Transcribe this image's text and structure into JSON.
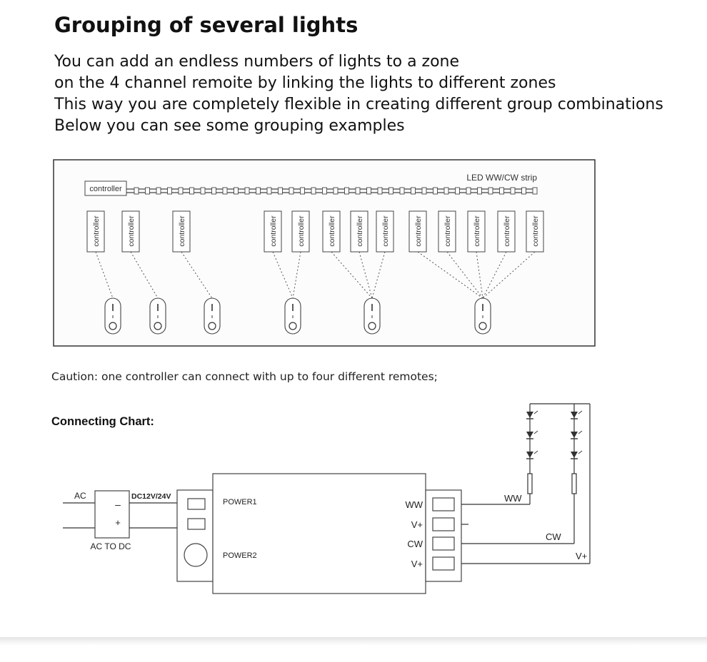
{
  "heading": "Grouping of several lights",
  "intro_lines": [
    "You can add an endless numbers of lights to a zone",
    "on the 4 channel remoite by linking the lights to different zones",
    "This way you are completely flexible in creating different group combinations",
    "Below you can see some grouping examples"
  ],
  "grouping_diagram": {
    "strip_label": "LED WW/CW strip",
    "controller_label": "controller",
    "groups": [
      {
        "controllers": 1
      },
      {
        "controllers": 1
      },
      {
        "controllers": 1
      },
      {
        "controllers": 2
      },
      {
        "controllers": 3
      },
      {
        "controllers": 5
      }
    ]
  },
  "caution": "Caution: one controller can connect with up to four different remotes;",
  "connecting_chart": {
    "title": "Connecting Chart:",
    "ac_label": "AC",
    "dc_label": "DC12V/24V",
    "minus": "–",
    "plus": "+",
    "converter_label": "AC TO DC",
    "power1": "POWER1",
    "power2": "POWER2",
    "terminals": [
      "WW",
      "V+",
      "CW",
      "V+"
    ],
    "wire_labels": {
      "ww": "WW",
      "cw": "CW",
      "vplus": "V+"
    }
  }
}
